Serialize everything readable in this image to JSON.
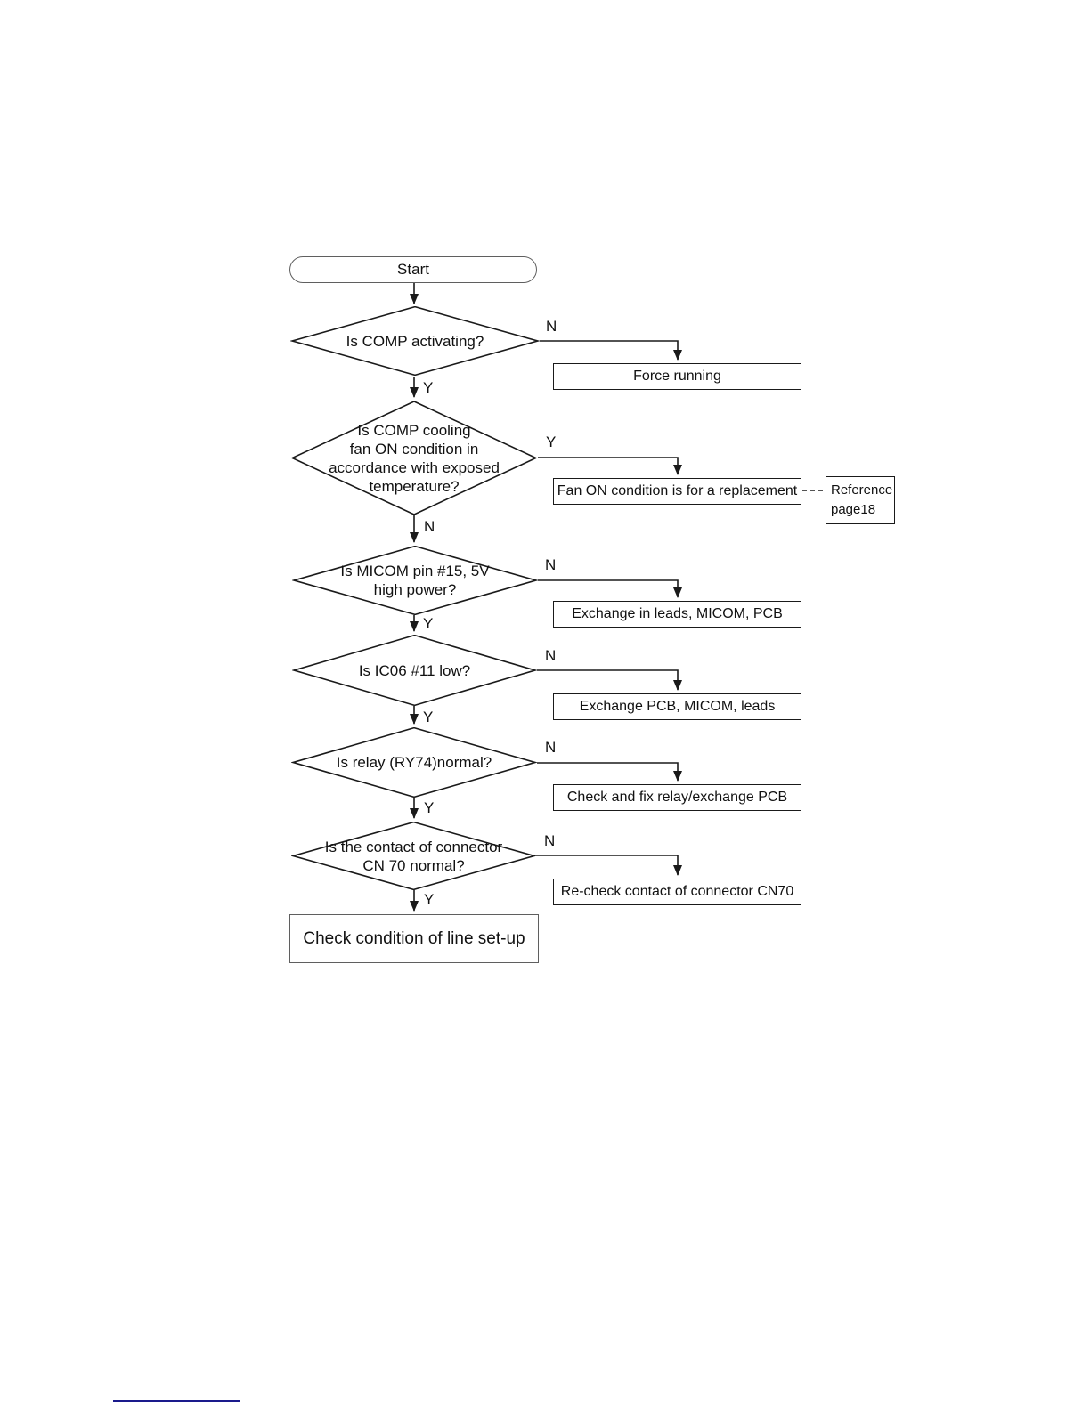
{
  "colors": {
    "diagram_line": "#1a1a1a",
    "footer_rule": "#1a1a8c"
  },
  "diagram": {
    "start": {
      "label": "Start"
    },
    "decisions": [
      {
        "label": "Is COMP activating?",
        "side_label": "N",
        "down_label": "Y"
      },
      {
        "label": "Is COMP cooling\nfan ON condition in\naccordance with exposed\ntemperature?",
        "side_label": "Y",
        "down_label": "N"
      },
      {
        "label": "Is MICOM pin #15, 5V\nhigh power?",
        "side_label": "N",
        "down_label": "Y"
      },
      {
        "label": "Is IC06 #11 low?",
        "side_label": "N",
        "down_label": "Y"
      },
      {
        "label": "Is relay (RY74)normal?",
        "side_label": "N",
        "down_label": "Y"
      },
      {
        "label": "Is the contact of connector\nCN 70 normal?",
        "side_label": "N",
        "down_label": "Y"
      }
    ],
    "actions": [
      {
        "label": "Force running"
      },
      {
        "label": "Fan ON condition is for a replacement"
      },
      {
        "label": "Exchange in leads, MICOM, PCB"
      },
      {
        "label": "Exchange PCB, MICOM, leads"
      },
      {
        "label": "Check and fix relay/exchange PCB"
      },
      {
        "label": "Re-check contact of connector CN70"
      }
    ],
    "reference": {
      "label": "Reference\npage18"
    },
    "end": {
      "label": "Check condition of line set-up"
    }
  }
}
